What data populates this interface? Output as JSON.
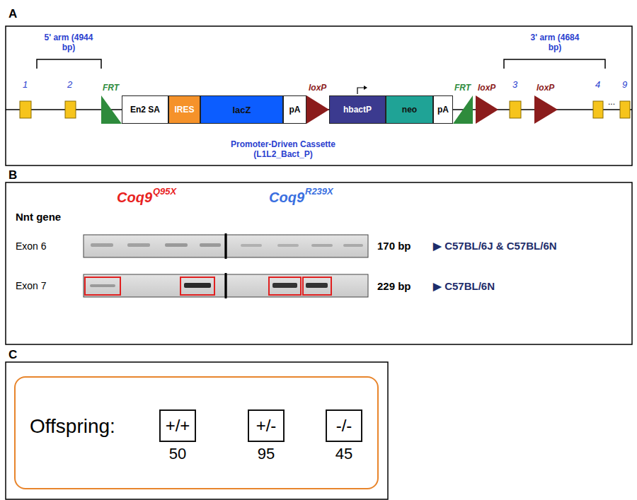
{
  "diagram": {
    "nodes": [
      {
        "text": [
          "En2 SA"
        ]
      },
      {
        "text": [
          "IRES"
        ]
      },
      {
        "text": [
          "lacZ"
        ]
      },
      {
        "text": [
          "pA"
        ]
      },
      {
        "text": [
          "hbactP"
        ]
      },
      {
        "text": [
          "neo"
        ]
      },
      {
        "text": [
          "pA"
        ]
      },
      {
        "text": [
          "Offspring:"
        ]
      },
      {
        "text": [
          "+/+",
          "50"
        ],
        "in": 7
      },
      {
        "text": [
          "+/-",
          "95"
        ],
        "in": 7
      },
      {
        "text": [
          "-/-",
          "45"
        ],
        "in": 7
      }
    ],
    "labels": [
      "A",
      "5' arm (4944 bp)",
      "3' arm (4684 bp)",
      "1",
      "2",
      "3",
      "4",
      "9",
      "...",
      "FRT",
      "loxP",
      "FRT",
      "loxP",
      "loxP",
      "Promoter-Driven Cassette (L1L2_Bact_P)",
      "B",
      "Nnt gene",
      "Coq9",
      "Q95X",
      "Coq9",
      "R239X",
      "Exon 6",
      "Exon 7",
      "170 bp",
      "▶ C57BL/6J & C57BL/6N",
      "229 bp",
      "▶ C57BL/6N",
      "C"
    ]
  }
}
